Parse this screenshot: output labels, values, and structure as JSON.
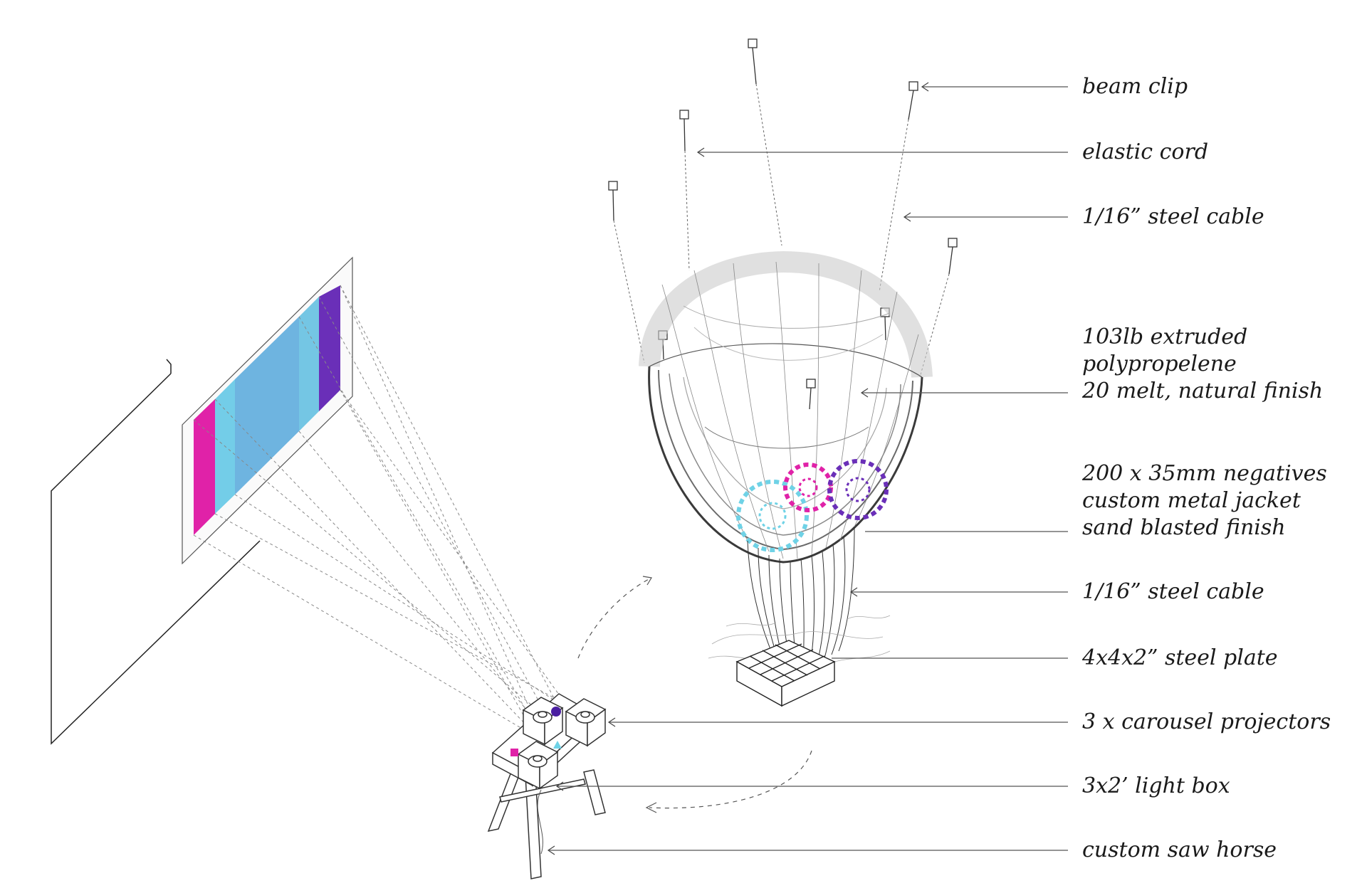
{
  "callouts": {
    "beam_clip": "beam clip",
    "elastic_cord": "elastic cord",
    "steel_cable_top": "1/16” steel cable",
    "polypropylene": {
      "line1": "103lb extruded",
      "line2": "polypropelene",
      "line3": "20 melt, natural finish"
    },
    "negatives": {
      "line1": "200 x 35mm negatives",
      "line2": "custom metal jacket",
      "line3": "sand blasted finish"
    },
    "steel_cable_bottom": "1/16” steel cable",
    "steel_plate": "4x4x2” steel plate",
    "projectors": "3 x carousel projectors",
    "light_box": "3x2’ light box",
    "saw_horse": "custom saw horse"
  },
  "colors": {
    "magenta": "#e022a8",
    "cyan": "#6fd2e6",
    "sky": "#6eb4e0",
    "violet": "#6a2fb8",
    "ink": "#333333"
  }
}
